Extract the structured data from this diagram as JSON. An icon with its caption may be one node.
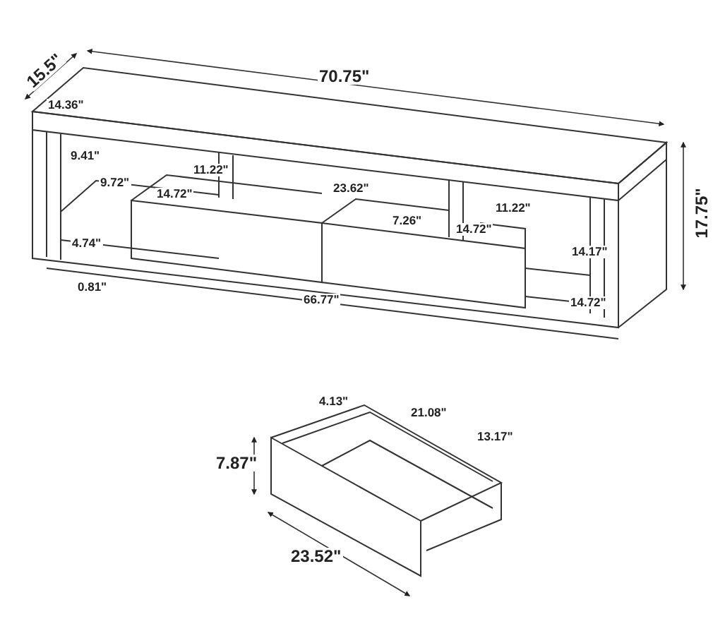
{
  "diagram": {
    "labels": [
      "15.5\"",
      "70.75\"",
      "14.36\"",
      "9.41\"",
      "11.22\"",
      "23.62\"",
      "11.22\"",
      "9.72\"",
      "14.72\"",
      "7.26\"",
      "14.72\"",
      "17.75\"",
      "14.17\"",
      "4.74\"",
      "14.72\"",
      "0.81\"",
      "66.77\"",
      "4.13\"",
      "21.08\"",
      "7.87\"",
      "13.17\"",
      "23.52\""
    ]
  }
}
